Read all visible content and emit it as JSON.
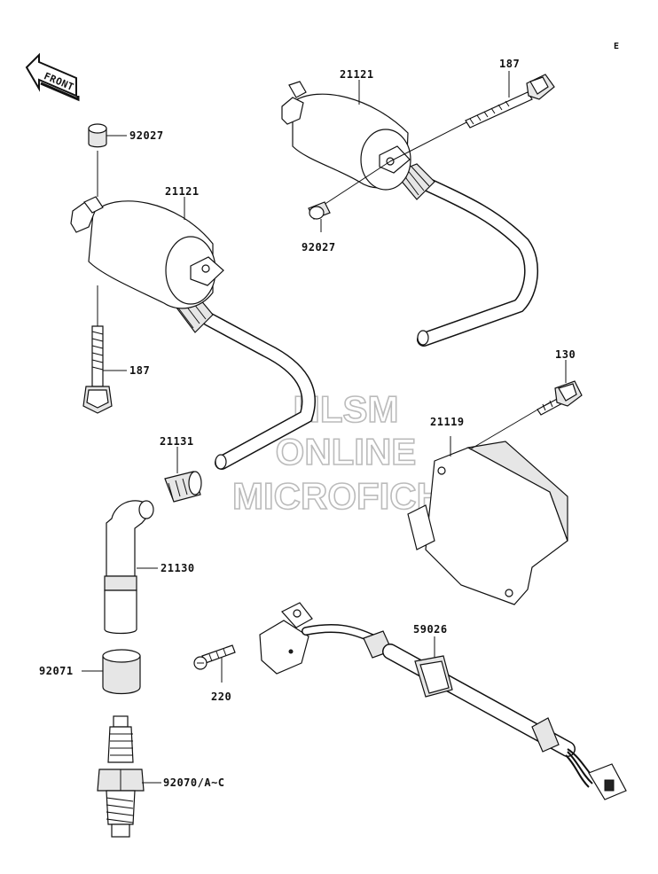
{
  "corner_mark": "E",
  "front_arrow": {
    "text": "FRONT",
    "icon": "front-arrow-icon"
  },
  "watermark": {
    "lines": [
      "HLSM",
      "ONLINE",
      "MICROFICHE"
    ]
  },
  "labels": {
    "p187_top": "187",
    "p21121_top": "21121",
    "p92027_top": "92027",
    "p92027_left": "92027",
    "p21121_left": "21121",
    "p187_left": "187",
    "p130": "130",
    "p21119": "21119",
    "p21131": "21131",
    "p21130": "21130",
    "p92071": "92071",
    "p59026": "59026",
    "p220": "220",
    "p92070": "92070/A~C"
  }
}
